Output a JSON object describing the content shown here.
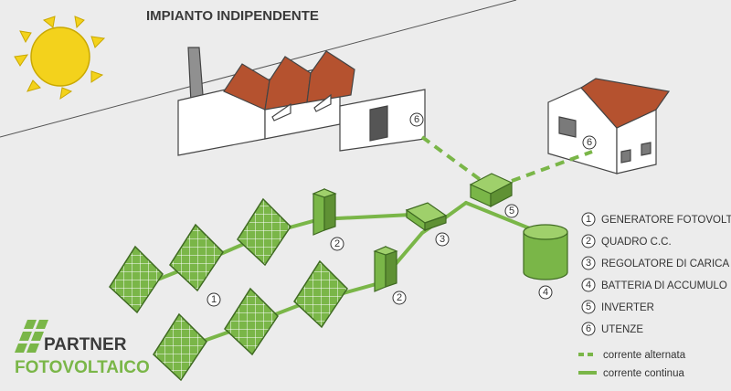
{
  "title": "IMPIANTO INDIPENDENTE",
  "legend": {
    "items": [
      {
        "num": "1",
        "label": "GENERATORE FOTOVOLTAICO"
      },
      {
        "num": "2",
        "label": "QUADRO  C.C."
      },
      {
        "num": "3",
        "label": "REGOLATORE DI CARICA"
      },
      {
        "num": "4",
        "label": "BATTERIA DI ACCUMULO"
      },
      {
        "num": "5",
        "label": "INVERTER"
      },
      {
        "num": "6",
        "label": "UTENZE"
      }
    ],
    "ac_label": "corrente alternata",
    "dc_label": "corrente continua"
  },
  "markers": {
    "panels_a": "1",
    "box_top": "2",
    "box_bottom": "2",
    "regulator": "3",
    "battery": "4",
    "inverter": "5",
    "factory": "6",
    "house": "6"
  },
  "logo": {
    "line1": "PARTNER",
    "line2": "FOTOVOLTAICO"
  },
  "colors": {
    "green": "#7ab648",
    "green_dark": "#4e7a2a",
    "roof": "#b5522f",
    "sun": "#f3d21c",
    "background": "#ececec"
  }
}
